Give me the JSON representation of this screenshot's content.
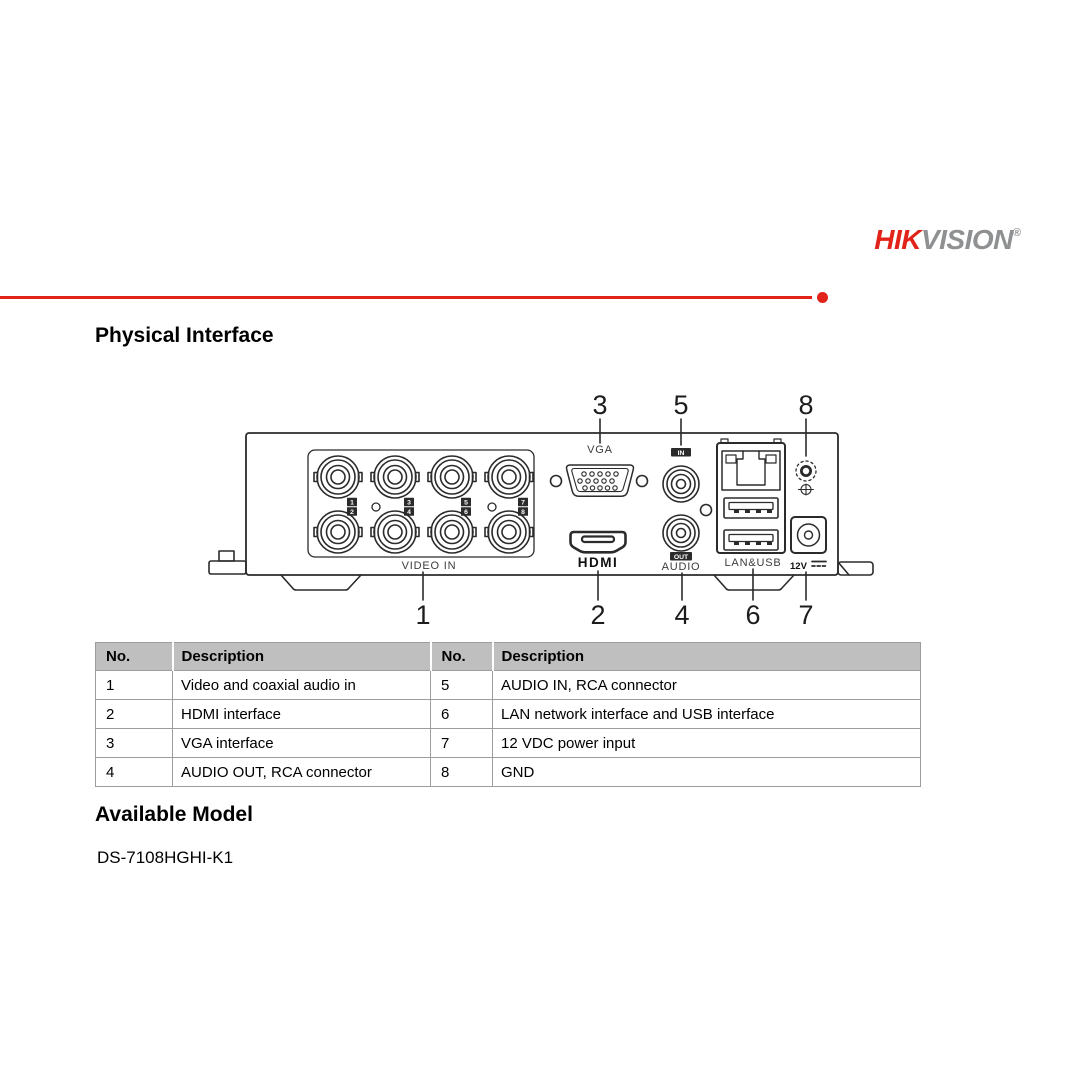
{
  "brand": {
    "hik": "HIK",
    "vision": "VISION",
    "registered": "®",
    "red": "#e2231a",
    "vision_gray": "#8e9091"
  },
  "sections": {
    "physical_interface": "Physical Interface",
    "available_model": "Available Model",
    "model_number": "DS-7108HGHI-K1"
  },
  "diagram": {
    "labels": {
      "vga": "VGA",
      "video_in": "VIDEO IN",
      "hdmi": "HDMI",
      "audio": "AUDIO",
      "in_badge": "IN",
      "out_badge": "OUT",
      "lan_usb": "LAN&USB",
      "power": "12V"
    },
    "bnc_numbers": [
      "1",
      "2",
      "3",
      "4",
      "5",
      "6",
      "7",
      "8"
    ],
    "callouts": {
      "top": [
        "3",
        "5",
        "8"
      ],
      "bottom": [
        "1",
        "2",
        "4",
        "6",
        "7"
      ]
    }
  },
  "table": {
    "header_bg": "#bfbfbf",
    "border_color": "#9c9c9c",
    "headers": [
      "No.",
      "Description",
      "No.",
      "Description"
    ],
    "rows": [
      [
        "1",
        "Video and coaxial audio in",
        "5",
        "AUDIO IN, RCA connector"
      ],
      [
        "2",
        "HDMI interface",
        "6",
        "LAN network interface and USB interface"
      ],
      [
        "3",
        "VGA interface",
        "7",
        "12 VDC power input"
      ],
      [
        "4",
        "AUDIO OUT, RCA connector",
        "8",
        "GND"
      ]
    ]
  }
}
